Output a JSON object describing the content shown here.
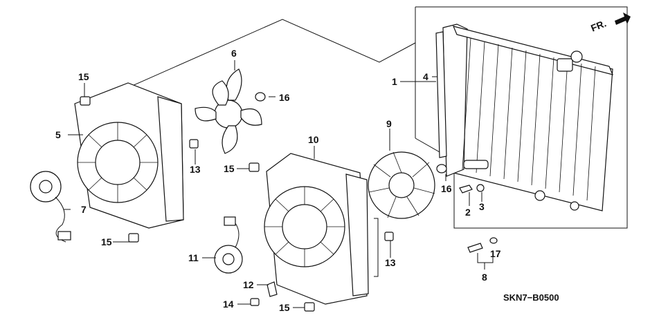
{
  "diagram_code": "SKN7−B0500",
  "front_marker": "FR.",
  "callouts": [
    "1",
    "2",
    "3",
    "4",
    "5",
    "6",
    "7",
    "8",
    "9",
    "10",
    "11",
    "12",
    "13",
    "13",
    "14",
    "15",
    "15",
    "15",
    "15",
    "16",
    "16",
    "17"
  ]
}
